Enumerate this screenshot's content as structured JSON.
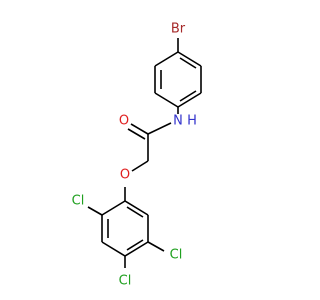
{
  "molecule": {
    "atoms": {
      "bromine": {
        "label": "Br",
        "color": "#a62929"
      },
      "amide_nitrogen": {
        "label": "N",
        "color": "#3333cc"
      },
      "amide_hydrogen": {
        "label": "H",
        "color": "#3333cc"
      },
      "carbonyl_oxygen": {
        "label": "O",
        "color": "#e01f1f"
      },
      "ether_oxygen": {
        "label": "O",
        "color": "#e01f1f"
      },
      "chlorine_1": {
        "label": "Cl",
        "color": "#1fa01f"
      },
      "chlorine_2": {
        "label": "Cl",
        "color": "#1fa01f"
      },
      "chlorine_3": {
        "label": "Cl",
        "color": "#1fa01f"
      }
    }
  }
}
